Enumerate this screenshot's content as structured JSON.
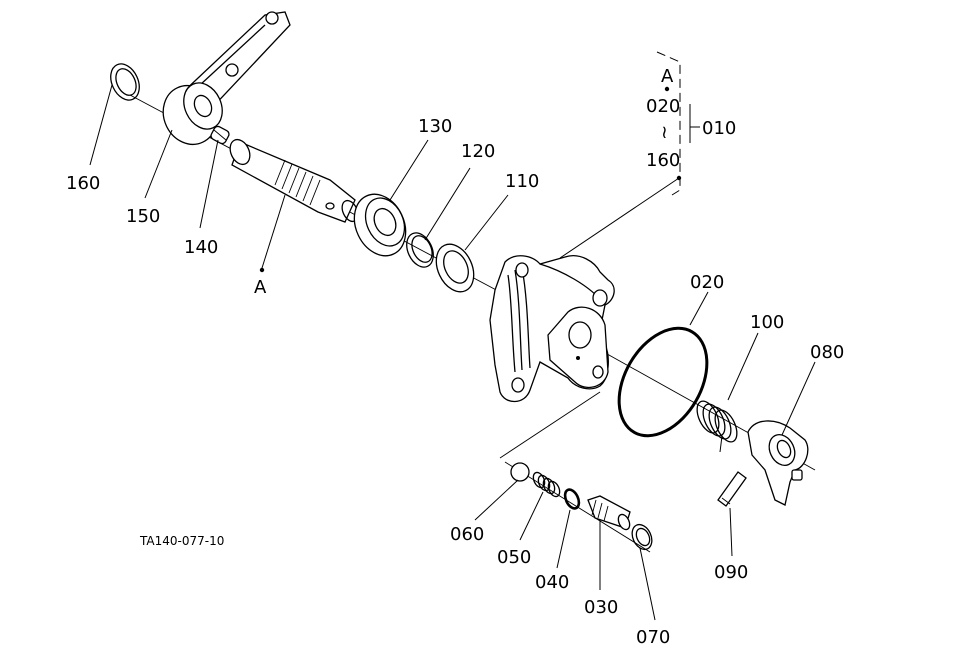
{
  "reference_code": "TA140-077-10",
  "callouts": {
    "p010": "010",
    "p020": "020",
    "p030": "030",
    "p040": "040",
    "p050": "050",
    "p060": "060",
    "p070": "070",
    "p080": "080",
    "p090": "090",
    "p100": "100",
    "p110": "110",
    "p120": "120",
    "p130": "130",
    "p140": "140",
    "p150": "150",
    "p160": "160"
  },
  "assembly_bracket": {
    "top_ref": "A",
    "from": "020",
    "range_mark": "≀",
    "to": "160"
  },
  "shaft_marker": "A"
}
